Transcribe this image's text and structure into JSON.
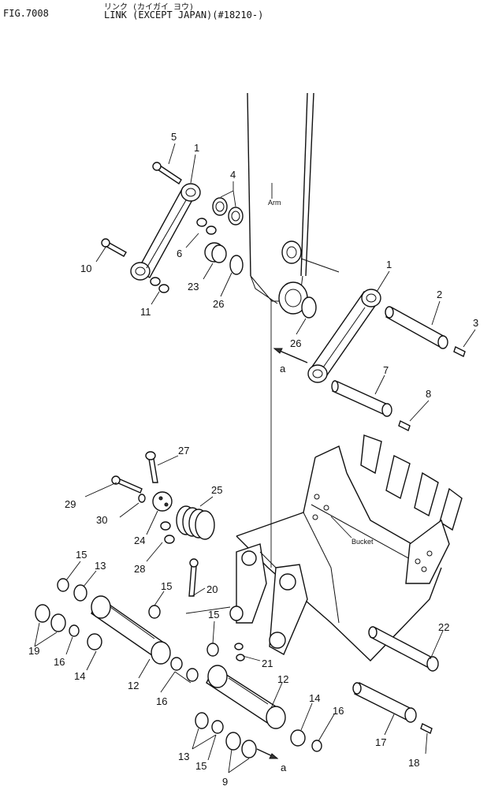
{
  "header": {
    "fig_number": "FIG.7008",
    "title_jp": "リンク (カイガイ ヨウ)",
    "title_en": "LINK (EXCEPT JAPAN)(#18210-)"
  },
  "labels": {
    "arm": "Arm",
    "bucket": "Bucket",
    "arrow_a_upper": "a",
    "arrow_a_lower": "a"
  },
  "callouts": {
    "p1_left": "1",
    "p5": "5",
    "p4": "4",
    "p6": "6",
    "p10": "10",
    "p23": "23",
    "p26_left": "26",
    "p11": "11",
    "p1_right": "1",
    "p2": "2",
    "p3": "3",
    "p26_right": "26",
    "p7": "7",
    "p8": "8",
    "p27": "27",
    "p25": "25",
    "p29": "29",
    "p30": "30",
    "p24": "24",
    "p28": "28",
    "p15_a": "15",
    "p13_a": "13",
    "p15_b": "15",
    "p20": "20",
    "p19": "19",
    "p16_a": "16",
    "p14_a": "14",
    "p12_a": "12",
    "p15_c": "15",
    "p21": "21",
    "p22": "22",
    "p16_b": "16",
    "p12_b": "12",
    "p14_b": "14",
    "p16_c": "16",
    "p17": "17",
    "p13_b": "13",
    "p15_d": "15",
    "p9": "9",
    "p18": "18"
  }
}
